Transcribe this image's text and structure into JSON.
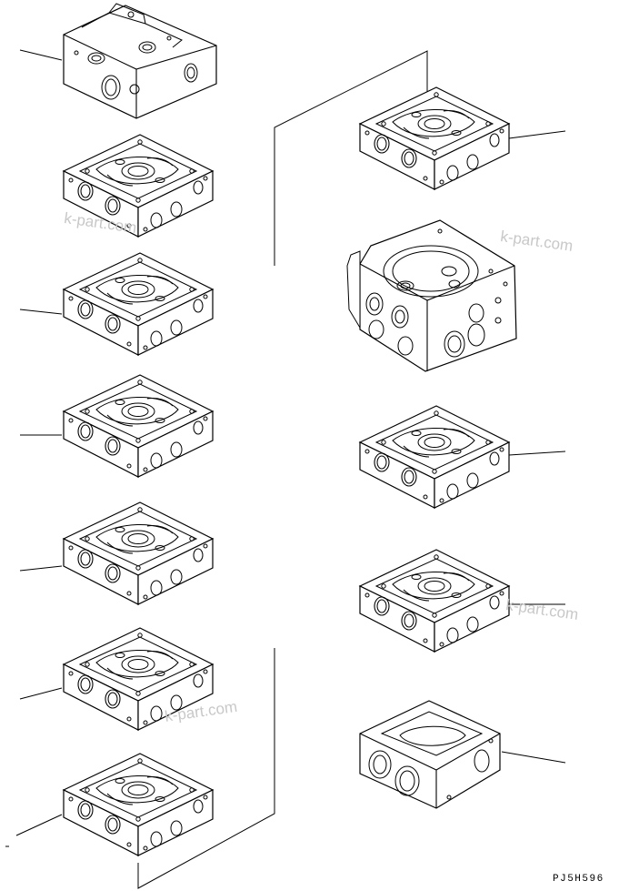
{
  "drawing_code": "PJ5H596",
  "watermark_text": "k-part.com",
  "colors": {
    "line": "#000000",
    "watermark": "#c8c8c8",
    "background": "#ffffff"
  },
  "left_column_parts": [
    {
      "kind": "end-cover-block",
      "callout": true
    },
    {
      "kind": "valve-section",
      "callout": false
    },
    {
      "kind": "valve-section",
      "callout": true
    },
    {
      "kind": "valve-section",
      "callout": true
    },
    {
      "kind": "valve-section",
      "callout": true
    },
    {
      "kind": "valve-section",
      "callout": true
    },
    {
      "kind": "valve-section",
      "callout": true
    }
  ],
  "right_column_parts": [
    {
      "kind": "valve-section",
      "callout": true
    },
    {
      "kind": "inlet-section-block",
      "callout": false
    },
    {
      "kind": "valve-section",
      "callout": true
    },
    {
      "kind": "valve-section",
      "callout": true
    },
    {
      "kind": "end-cover-block",
      "callout": true
    }
  ]
}
